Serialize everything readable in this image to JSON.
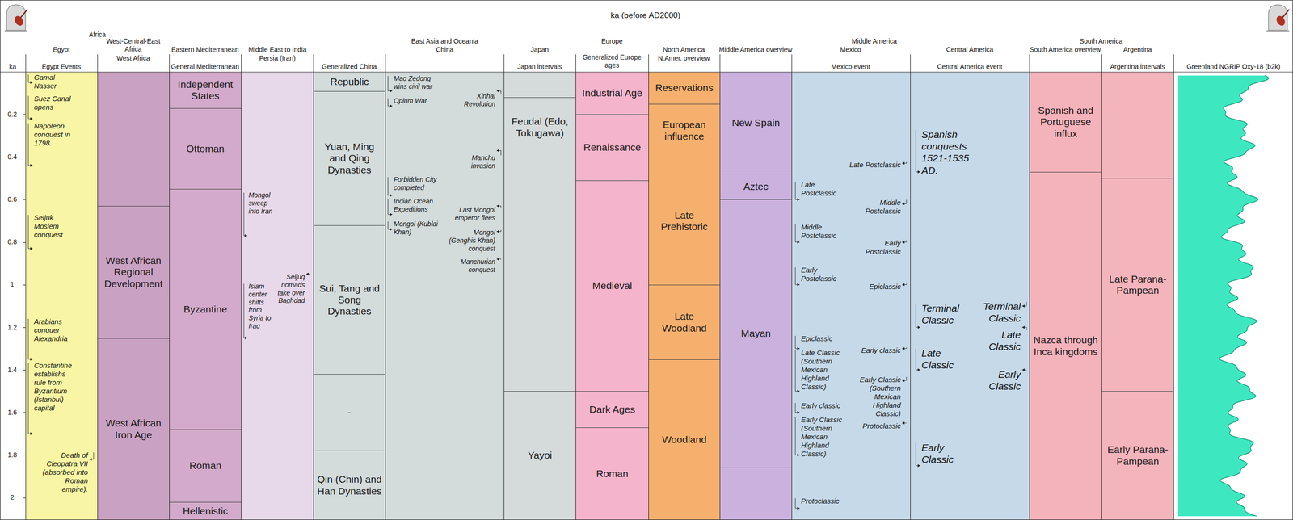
{
  "diagram": {
    "title": "ka (before AD2000)",
    "nodes": [
      {
        "text": [
          "Gamal Nasser",
          "Suez Canal opens",
          "Napoleon conquest in 1798.",
          "Seljuk Moslem conquest",
          "Arabians conquer Alexandria",
          "Constantine establishs rule from Byzantium (Istanbul) capital",
          "Death of Cleopatra VII (absorbed into Roman empire)."
        ]
      },
      {
        "text": [
          "West African Regional Development"
        ]
      },
      {
        "text": [
          "West African Iron Age"
        ]
      },
      {
        "text": [
          "Independent States"
        ]
      },
      {
        "text": [
          "Ottoman"
        ]
      },
      {
        "text": [
          "Byzantine"
        ]
      },
      {
        "text": [
          "Roman"
        ]
      },
      {
        "text": [
          "Hellenistic"
        ]
      },
      {
        "text": [
          "Mongol sweep into Iran",
          "Islam center shifts from Syria to Iraq",
          "Seljuq nomads take over Baghdad"
        ]
      },
      {
        "text": [
          "Republic"
        ]
      },
      {
        "text": [
          "Yuan, Ming and Qing Dynasties"
        ]
      },
      {
        "text": [
          "Sui, Tang and Song Dynasties"
        ]
      },
      {
        "text": [
          "-"
        ]
      },
      {
        "text": [
          "Qin (Chin) and Han Dynasties"
        ]
      },
      {
        "text": [
          "Mao Zedong wins civil war",
          "Opium War",
          "Forbidden City completed",
          "Indian Ocean Expeditions",
          "Mongol (Kublai Khan)",
          "Xinhai Revolution",
          "Manchu invasion",
          "Last Mongol emperor flees",
          "Mongol (Genghis Khan) conquest",
          "Manchurian conquest"
        ]
      },
      {
        "text": [
          "Feudal (Edo, Tokugawa)"
        ]
      },
      {
        "text": [
          "Yayoi"
        ]
      },
      {
        "text": [
          "Industrial Age"
        ]
      },
      {
        "text": [
          "Renaissance"
        ]
      },
      {
        "text": [
          "Medieval"
        ]
      },
      {
        "text": [
          "Dark Ages"
        ]
      },
      {
        "text": [
          "Roman"
        ]
      },
      {
        "text": [
          "Reservations"
        ]
      },
      {
        "text": [
          "European influence"
        ]
      },
      {
        "text": [
          "Late Prehistoric"
        ]
      },
      {
        "text": [
          "Late Woodland"
        ]
      },
      {
        "text": [
          "Woodland"
        ]
      },
      {
        "text": [
          "New Spain"
        ]
      },
      {
        "text": [
          "Aztec"
        ]
      },
      {
        "text": [
          "Mayan"
        ]
      },
      {
        "text": [
          "Late Postclassic",
          "Middle Postclassic",
          "Early Postclassic",
          "Epiclassic",
          "Late Classic (Southern Mexican Highland Classic)",
          "Early classic",
          "Early Classic (Southern Mexican Highland Classic)",
          "Protoclassic",
          "Late Postclassic",
          "Middle Postclassic",
          "Early Postclassic",
          "Epiclassic",
          "Early classic",
          "Early Classic (Southern Mexican Highland Classic)",
          "Protoclassic"
        ]
      },
      {
        "text": [
          "Spanish conquests 1521-1535 AD.",
          "Terminal Classic",
          "Late Classic",
          "Early Classic",
          "Terminal Classic",
          "Late Classic",
          "Early Classic"
        ]
      },
      {
        "text": [
          "Spanish and Portuguese influx"
        ]
      },
      {
        "text": [
          "Nazca through Inca kingdoms"
        ]
      },
      {
        "text": [
          "Late Parana-Pampean"
        ]
      },
      {
        "text": [
          "Early Parana-Pampean"
        ]
      }
    ],
    "labels": [
      "Africa",
      "Egypt",
      "Egypt Events",
      "West-Central-East Africa",
      "West Africa",
      "Eastern Mediterranean",
      "General Mediterranean",
      "Middle East to India",
      "Persia (Iran)",
      "East Asia and Oceania",
      "China",
      "Generalized China",
      "Japan",
      "Japan intervals",
      "Europe",
      "Generalized Europe ages",
      "North America",
      "N.Amer. overview",
      "Middle America overview",
      "Middle America",
      "Mexico",
      "Mexico event",
      "Central America",
      "Central America event",
      "South America",
      "South America overview",
      "Argentina",
      "Argentina intervals",
      "Greenland NGRIP Oxy-18 (b2k)",
      "ka",
      "0.2",
      "0.4",
      "0.6",
      "0.8",
      "1",
      "1.2",
      "1.4",
      "1.6",
      "1.8",
      "2"
    ]
  }
}
